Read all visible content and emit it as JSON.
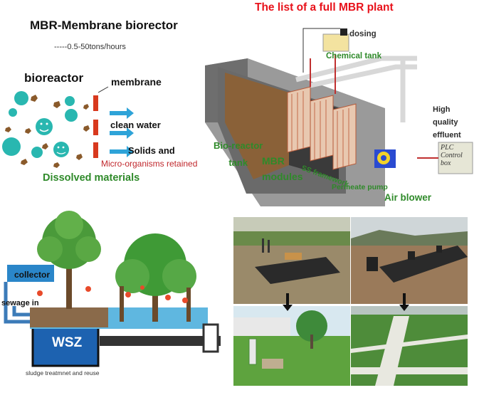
{
  "left_panel": {
    "title": "MBR-Membrane biorector",
    "capacity": "-----0.5-50tons/hours",
    "bioreactor": "bioreactor",
    "membrane": "membrane",
    "clean_water": "clean water",
    "solids": "Solids and",
    "micro": "Micro-organisms retained",
    "dissolved": "Dissolved materials"
  },
  "right_panel": {
    "title": "The list of a full MBR plant",
    "dosing": "dosing",
    "chemical_tank": "Chemical tank",
    "high_quality": [
      "High",
      "quality",
      "effluent"
    ],
    "bio_reactor_tank": [
      "Bio-reactor",
      "tank"
    ],
    "mbr_modules": [
      "MBR",
      "modules"
    ],
    "ss_framework": "SS framework",
    "permeate_pump": "Permeate pump",
    "air_blower": "Air blower",
    "plc": [
      "PLC",
      "Control",
      "box"
    ]
  },
  "bottom_left": {
    "collector": "collector",
    "sewage_in": "sewage in",
    "wsz": "WSZ",
    "sludge": "sludge treatmnet and reuse"
  },
  "colors": {
    "title_red": "#e8121b",
    "label_green": "#2f8a2a",
    "membrane_red": "#d8391e",
    "arrow_blue": "#2ea3d8",
    "bacteria_teal": "#29b7b0",
    "bacteria_brown": "#8a5a2b",
    "wsz_blue": "#1d62b0"
  }
}
